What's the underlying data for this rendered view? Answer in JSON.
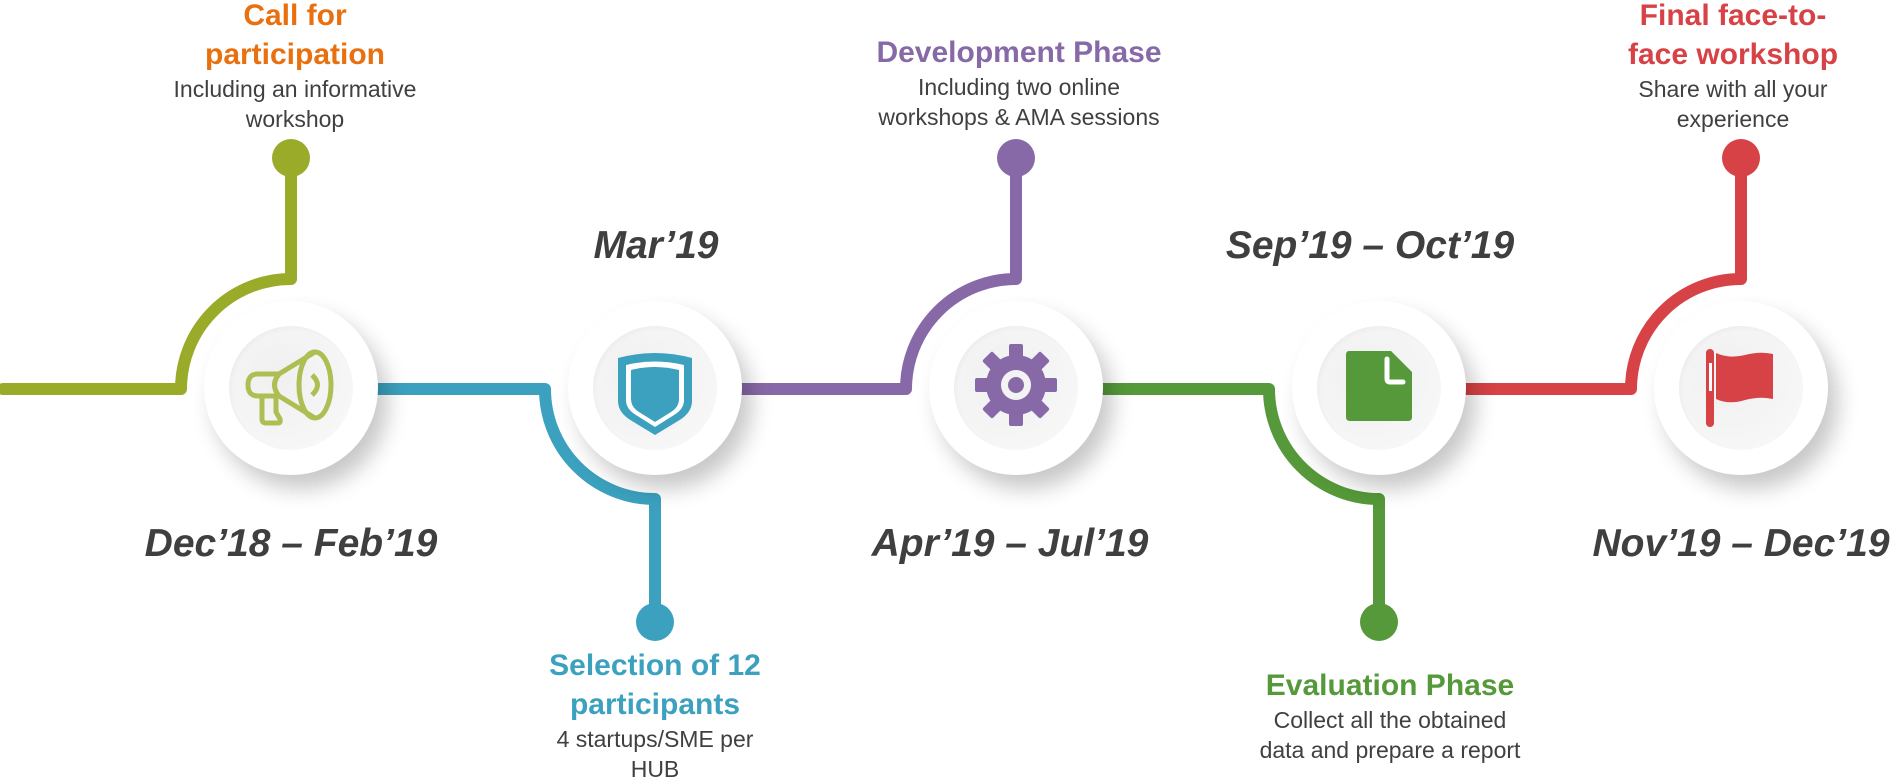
{
  "colors": {
    "olive": "#9AAB2A",
    "olive_icon": "#AFBE52",
    "blue": "#3BA1BE",
    "purple": "#8769A8",
    "green": "#55993A",
    "red": "#D64245",
    "orange_title": "#E8700F",
    "text_dark": "#404040"
  },
  "milestones": [
    {
      "date": "Dec’18 – Feb’19",
      "icon": "megaphone-icon",
      "color_key": "olive",
      "title_lines": [
        "Call for",
        "participation"
      ],
      "desc_lines": [
        "Including an informative",
        "workshop"
      ],
      "title_color": "#E8700F",
      "position": "top"
    },
    {
      "date": "Mar’19",
      "icon": "shield-icon",
      "color_key": "blue",
      "title_lines": [
        "Selection of 12",
        "participants"
      ],
      "desc_lines": [
        "4 startups/SME per",
        "HUB"
      ],
      "title_color": "#3BA1BE",
      "position": "bottom"
    },
    {
      "date": "Apr’19 – Jul’19",
      "icon": "gear-icon",
      "color_key": "purple",
      "title_lines": [
        "Development Phase"
      ],
      "desc_lines": [
        "Including two online",
        "workshops & AMA sessions"
      ],
      "title_color": "#8769A8",
      "position": "top"
    },
    {
      "date": "Sep’19 – Oct’19",
      "icon": "document-icon",
      "color_key": "green",
      "title_lines": [
        "Evaluation Phase"
      ],
      "desc_lines": [
        "Collect all the obtained",
        "data and prepare a report"
      ],
      "title_color": "#55993A",
      "position": "bottom"
    },
    {
      "date": "Nov’19 – Dec’19",
      "icon": "flag-icon",
      "color_key": "red",
      "title_lines": [
        "Final face-to-",
        "face workshop"
      ],
      "desc_lines": [
        "Share with all your",
        "experience"
      ],
      "title_color": "#D64245",
      "position": "top"
    }
  ]
}
